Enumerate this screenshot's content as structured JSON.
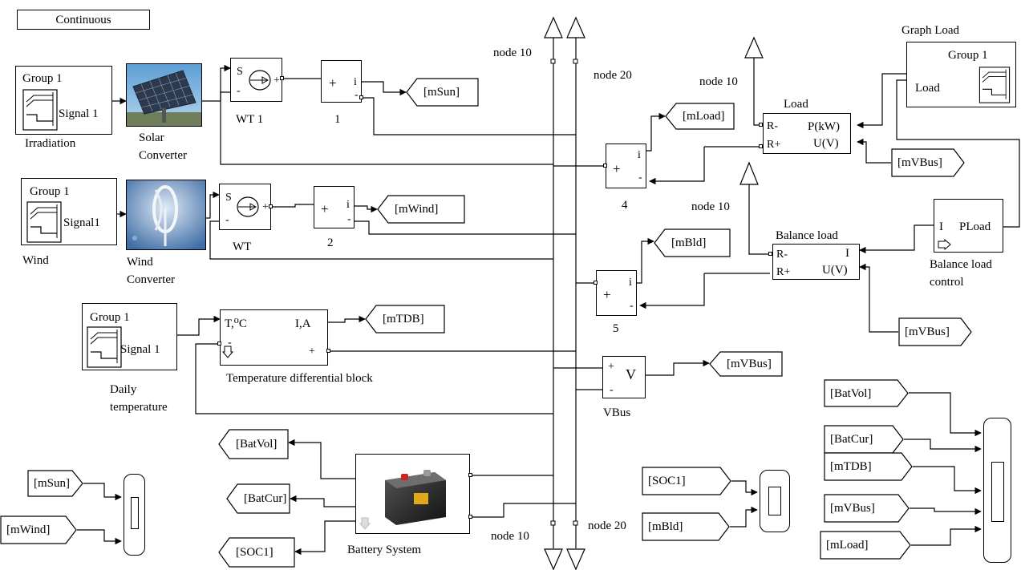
{
  "powergui": {
    "label": "Continuous"
  },
  "nodes": {
    "node10": "node 10",
    "node20": "node 20"
  },
  "sources": {
    "irradiation": {
      "group": "Group 1",
      "signal": "Signal 1",
      "caption": "Irradiation"
    },
    "wind": {
      "group": "Group 1",
      "signal": "Signal1",
      "caption": "Wind"
    },
    "temperature": {
      "group": "Group 1",
      "signal": "Signal 1",
      "caption_line1": "Daily",
      "caption_line2": "temperature"
    },
    "graph_load": {
      "title": "Graph Load",
      "group": "Group 1",
      "signal": "Load"
    }
  },
  "converters": {
    "solar": {
      "line1": "Solar",
      "line2": "Converter"
    },
    "wind": {
      "line1": "Wind",
      "line2": "Converter"
    }
  },
  "current_sources": {
    "wt1": {
      "s": "S",
      "minus": "-",
      "plus": "+",
      "caption": "WT 1"
    },
    "wt": {
      "s": "S",
      "minus": "-",
      "plus": "+",
      "caption": "WT"
    }
  },
  "meters": {
    "m1": {
      "plus": "+",
      "i": "i",
      "minus": "-",
      "caption": "1"
    },
    "m2": {
      "plus": "+",
      "i": "i",
      "minus": "-",
      "caption": "2"
    },
    "m4": {
      "plus": "+",
      "i": "i",
      "minus": "-",
      "caption": "4"
    },
    "m5": {
      "plus": "+",
      "i": "i",
      "minus": "-",
      "caption": "5"
    }
  },
  "load": {
    "title": "Load",
    "r_minus": "R-",
    "r_plus": "R+",
    "p": "P(kW)",
    "u": "U(V)"
  },
  "balance_load": {
    "title": "Balance load",
    "r_minus": "R-",
    "r_plus": "R+",
    "i": "I",
    "u": "U(V)"
  },
  "balance_control": {
    "i": "I",
    "pload": "PLoad",
    "caption_line1": "Balance load",
    "caption_line2": "control"
  },
  "temp_block": {
    "t": "T,⁰C",
    "ia": "I,A",
    "minus": "-",
    "plus": "+",
    "caption": "Temperature differential block"
  },
  "vbus": {
    "plus": "+",
    "minus": "-",
    "v": "V",
    "caption": "VBus"
  },
  "battery": {
    "caption": "Battery System"
  },
  "goto_tags": {
    "mSun": "[mSun]",
    "mWind": "[mWind]",
    "mLoad": "[mLoad]",
    "mBld": "[mBld]",
    "mTDB": "[mTDB]",
    "mVBus": "[mVBus]",
    "BatVol": "[BatVol]",
    "BatCur": "[BatCur]",
    "SOC1": "[SOC1]"
  },
  "from_tags": {
    "mVBus_a": "[mVBus]",
    "mVBus_b": "[mVBus]",
    "mSun": "[mSun]",
    "mWind": "[mWind]",
    "SOC1": "[SOC1]",
    "mBld": "[mBld]",
    "BatVol": "[BatVol]",
    "BatCur": "[BatCur]",
    "mTDB": "[mTDB]",
    "mVBus_c": "[mVBus]",
    "mLoad": "[mLoad]"
  }
}
